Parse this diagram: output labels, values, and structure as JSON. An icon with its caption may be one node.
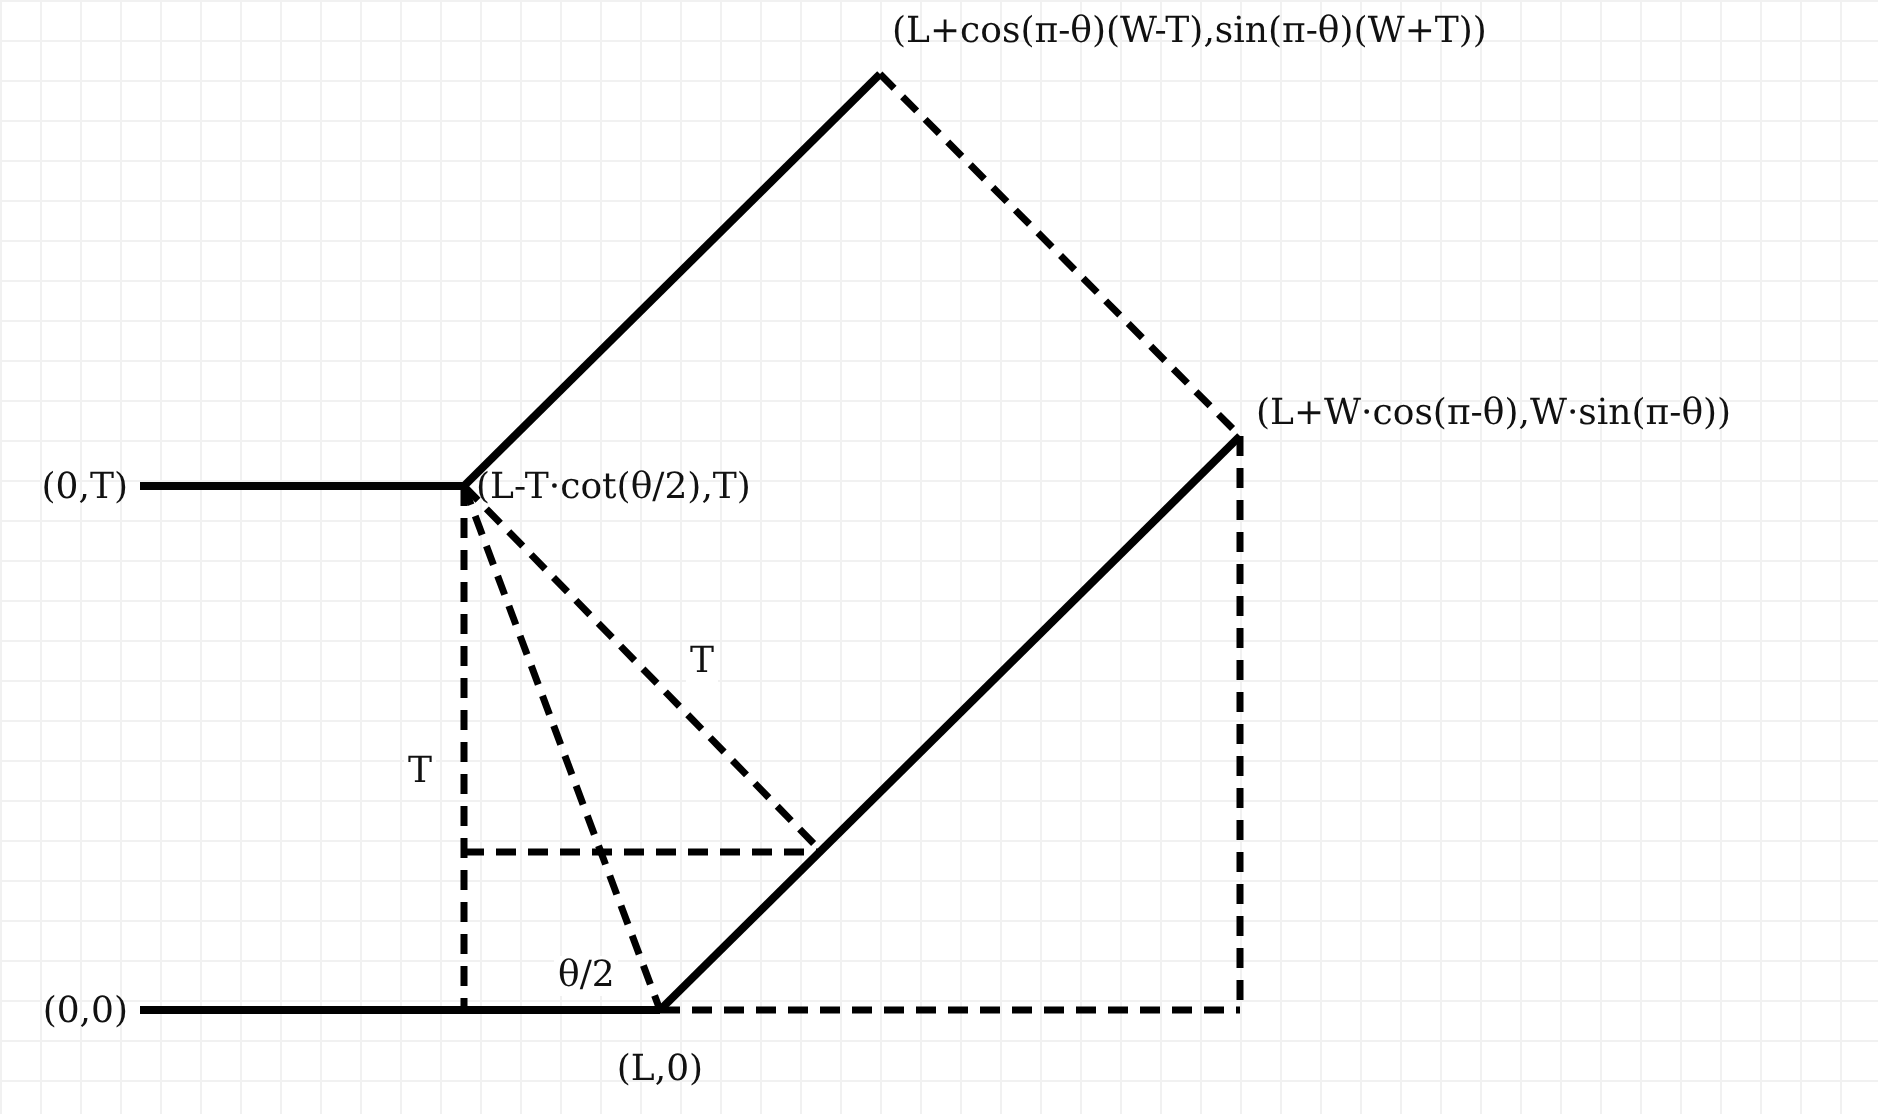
{
  "diagram": {
    "nodes": [
      {
        "text": [
          "(L+cos(π-θ)(W-T),sin(π-θ)(W+T))"
        ]
      },
      {
        "text": [
          "(0,T)"
        ]
      },
      {
        "text": [
          "(L-T·cot(θ/2),T)"
        ]
      },
      {
        "text": [
          "(L+W·cos(π-θ),W·sin(π-θ))"
        ]
      },
      {
        "text": [
          "(0,0)"
        ]
      },
      {
        "text": [
          "(L,0)"
        ]
      }
    ],
    "edges": [
      {
        "from": 1,
        "to": 2,
        "arrow": "none"
      },
      {
        "from": 2,
        "to": 0,
        "arrow": "none"
      },
      {
        "from": 0,
        "to": 3,
        "arrow": "none",
        "style": "dashed"
      },
      {
        "from": 4,
        "to": 5,
        "arrow": "none"
      },
      {
        "from": 5,
        "to": 3,
        "arrow": "none"
      },
      {
        "from": 2,
        "to": null,
        "arrow": "none",
        "style": "dashed",
        "label": "T"
      },
      {
        "from": 2,
        "to": null,
        "arrow": "none",
        "style": "dashed",
        "label": "T"
      },
      {
        "from": 2,
        "to": 5,
        "arrow": "none",
        "style": "dashed"
      },
      {
        "from": 3,
        "to": null,
        "arrow": "none",
        "style": "dashed"
      },
      {
        "from": 5,
        "to": null,
        "arrow": "none",
        "style": "dashed"
      }
    ],
    "labels": [
      "θ/2"
    ]
  }
}
